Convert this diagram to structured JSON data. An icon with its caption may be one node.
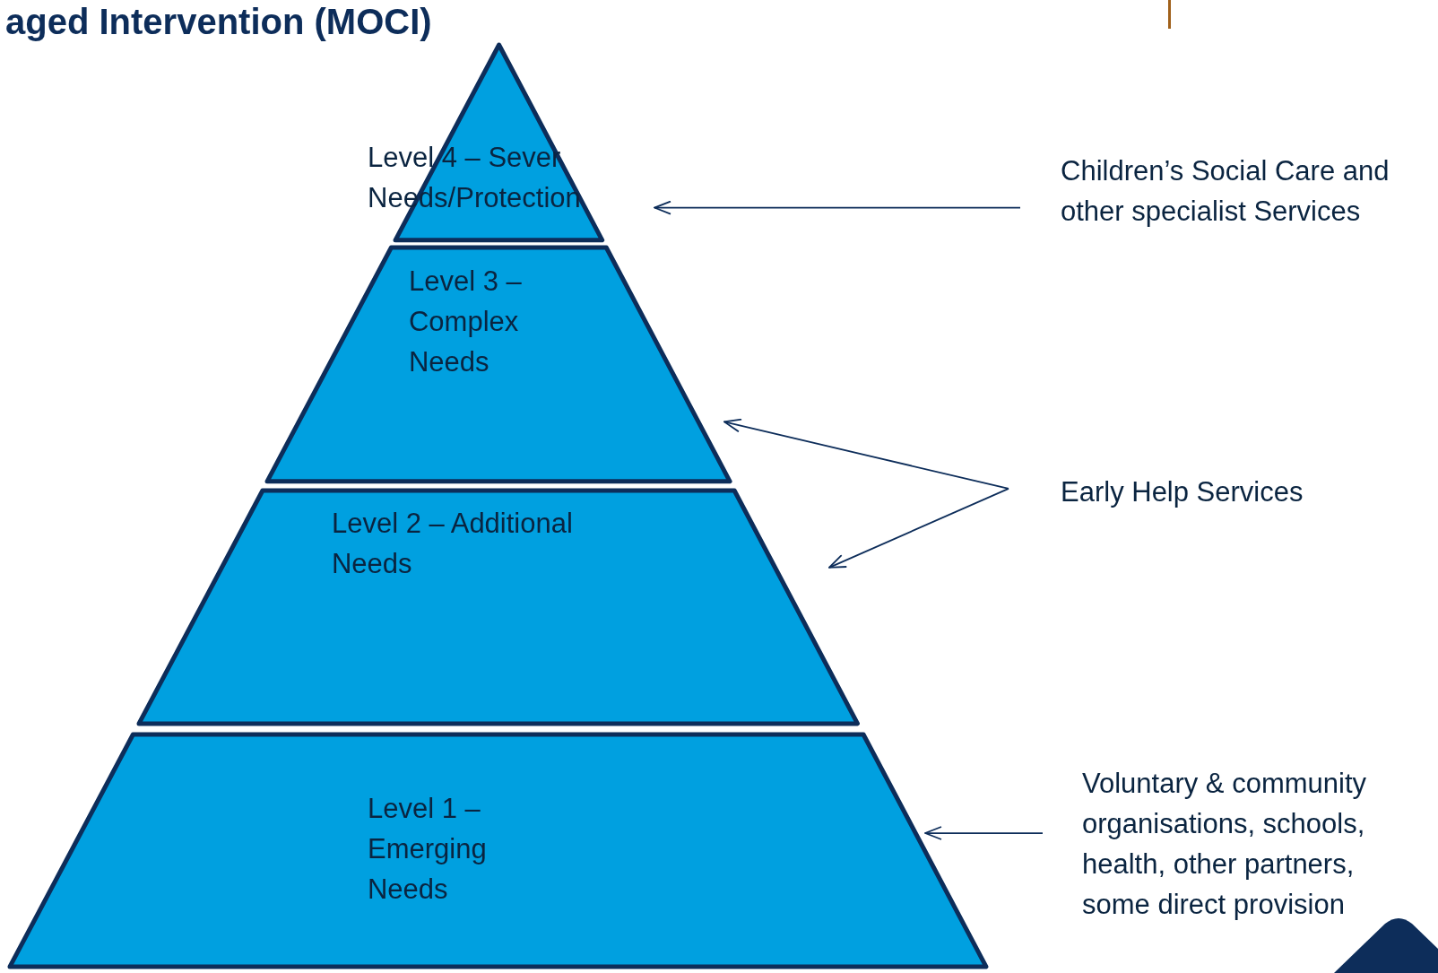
{
  "diagram": {
    "title": "aged Intervention (MOCI)",
    "nodes": [
      {
        "text": [
          "Level 4 – Sever Needs/Protection"
        ]
      },
      {
        "text": [
          "Level 3 – Complex Needs"
        ]
      },
      {
        "text": [
          "Level 2 – Additional Needs"
        ]
      },
      {
        "text": [
          "Level 1 – Emerging Needs"
        ]
      },
      {
        "text": [
          "Children’s Social Care and other specialist Services"
        ]
      },
      {
        "text": [
          "Early Help Services"
        ]
      },
      {
        "text": [
          "Voluntary & community organisations, schools, health, other partners, some direct provision"
        ]
      }
    ],
    "edges": [
      {
        "from": 4,
        "to": 0,
        "arrow": "to"
      },
      {
        "from": 5,
        "to": 1,
        "arrow": "to"
      },
      {
        "from": 5,
        "to": 2,
        "arrow": "to"
      },
      {
        "from": 6,
        "to": 3,
        "arrow": "to"
      }
    ]
  }
}
